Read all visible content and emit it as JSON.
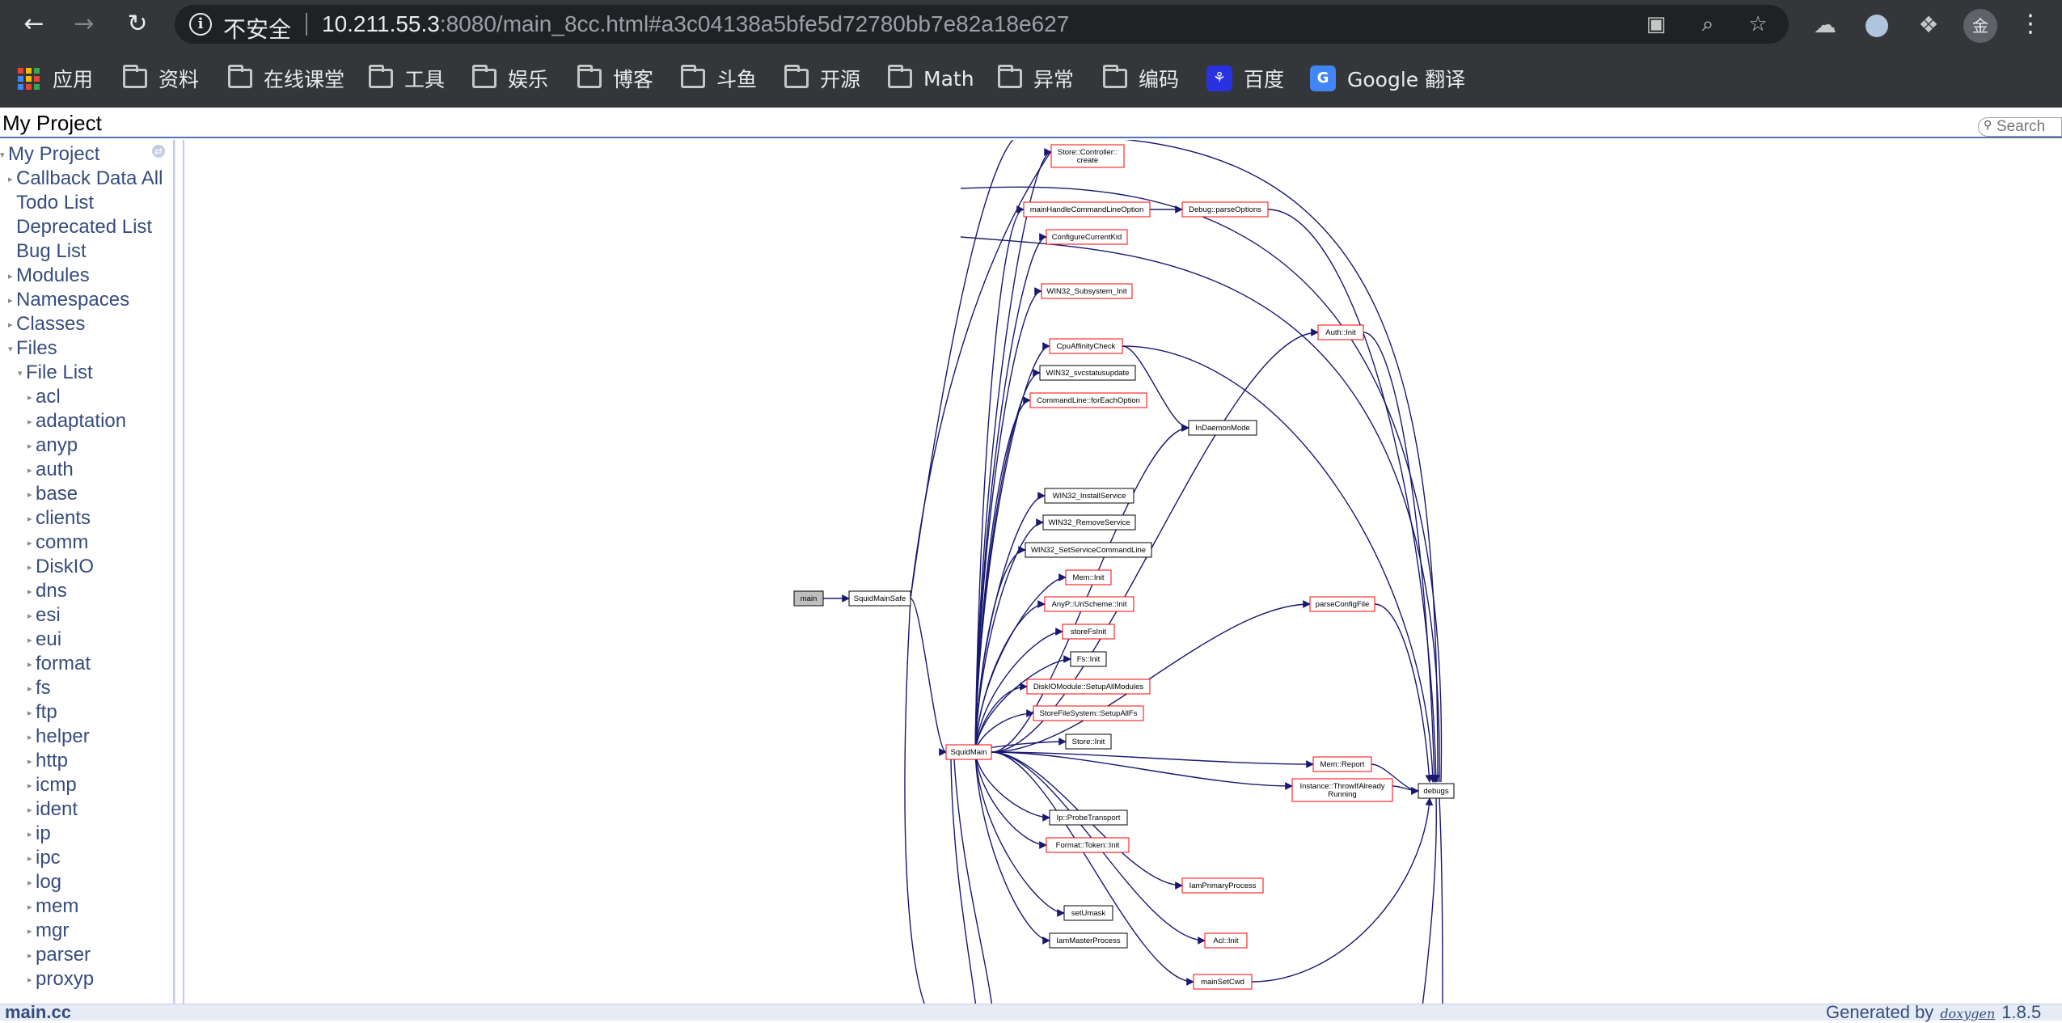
{
  "browser": {
    "insecure_label": "不安全",
    "url_host": "10.211.55.3",
    "url_rest": ":8080/main_8cc.html#a3c04138a5bfe5d72780bb7e82a18e627",
    "profile_initial": "金",
    "icons": [
      "back-icon",
      "forward-icon",
      "reload-icon",
      "info-icon",
      "translate-icon",
      "zoom-icon",
      "star-icon",
      "cloud-extension-icon",
      "circle-extension-icon",
      "puzzle-icon",
      "menu-icon"
    ]
  },
  "bookmarks": [
    {
      "label": "应用",
      "kind": "apps"
    },
    {
      "label": "资料",
      "kind": "folder"
    },
    {
      "label": "在线课堂",
      "kind": "folder"
    },
    {
      "label": "工具",
      "kind": "folder"
    },
    {
      "label": "娱乐",
      "kind": "folder"
    },
    {
      "label": "博客",
      "kind": "folder"
    },
    {
      "label": "斗鱼",
      "kind": "folder"
    },
    {
      "label": "开源",
      "kind": "folder"
    },
    {
      "label": "Math",
      "kind": "folder"
    },
    {
      "label": "异常",
      "kind": "folder"
    },
    {
      "label": "编码",
      "kind": "folder"
    },
    {
      "label": "百度",
      "kind": "baidu"
    },
    {
      "label": "Google 翻译",
      "kind": "google-translate"
    }
  ],
  "doxygen": {
    "project_name": "My Project",
    "search_placeholder": "Search",
    "tree": [
      {
        "label": "My Project",
        "arrow": "▾",
        "level": 0
      },
      {
        "label": "Callback Data All",
        "arrow": "▸",
        "level": 1
      },
      {
        "label": "Todo List",
        "arrow": "",
        "level": 1
      },
      {
        "label": "Deprecated List",
        "arrow": "",
        "level": 1
      },
      {
        "label": "Bug List",
        "arrow": "",
        "level": 1
      },
      {
        "label": "Modules",
        "arrow": "▸",
        "level": 1
      },
      {
        "label": "Namespaces",
        "arrow": "▸",
        "level": 1
      },
      {
        "label": "Classes",
        "arrow": "▸",
        "level": 1
      },
      {
        "label": "Files",
        "arrow": "▾",
        "level": 1
      },
      {
        "label": "File List",
        "arrow": "▾",
        "level": 2
      },
      {
        "label": "acl",
        "arrow": "▸",
        "level": 3
      },
      {
        "label": "adaptation",
        "arrow": "▸",
        "level": 3
      },
      {
        "label": "anyp",
        "arrow": "▸",
        "level": 3
      },
      {
        "label": "auth",
        "arrow": "▸",
        "level": 3
      },
      {
        "label": "base",
        "arrow": "▸",
        "level": 3
      },
      {
        "label": "clients",
        "arrow": "▸",
        "level": 3
      },
      {
        "label": "comm",
        "arrow": "▸",
        "level": 3
      },
      {
        "label": "DiskIO",
        "arrow": "▸",
        "level": 3
      },
      {
        "label": "dns",
        "arrow": "▸",
        "level": 3
      },
      {
        "label": "esi",
        "arrow": "▸",
        "level": 3
      },
      {
        "label": "eui",
        "arrow": "▸",
        "level": 3
      },
      {
        "label": "format",
        "arrow": "▸",
        "level": 3
      },
      {
        "label": "fs",
        "arrow": "▸",
        "level": 3
      },
      {
        "label": "ftp",
        "arrow": "▸",
        "level": 3
      },
      {
        "label": "helper",
        "arrow": "▸",
        "level": 3
      },
      {
        "label": "http",
        "arrow": "▸",
        "level": 3
      },
      {
        "label": "icmp",
        "arrow": "▸",
        "level": 3
      },
      {
        "label": "ident",
        "arrow": "▸",
        "level": 3
      },
      {
        "label": "ip",
        "arrow": "▸",
        "level": 3
      },
      {
        "label": "ipc",
        "arrow": "▸",
        "level": 3
      },
      {
        "label": "log",
        "arrow": "▸",
        "level": 3
      },
      {
        "label": "mem",
        "arrow": "▸",
        "level": 3
      },
      {
        "label": "mgr",
        "arrow": "▸",
        "level": 3
      },
      {
        "label": "parser",
        "arrow": "▸",
        "level": 3
      },
      {
        "label": "proxyp",
        "arrow": "▸",
        "level": 3
      }
    ],
    "nav_file": "main.cc",
    "footer_generated": "Generated by",
    "footer_tool": "doxygen",
    "footer_version": "1.8.5"
  },
  "graph": {
    "nodes": [
      {
        "id": "main",
        "label": "main",
        "style": "root"
      },
      {
        "id": "SquidMainSafe",
        "label": "SquidMainSafe",
        "style": "black"
      },
      {
        "id": "SquidMain",
        "label": "SquidMain",
        "style": "red"
      },
      {
        "id": "StoreControllerCreate1",
        "label": "Store::Controller::",
        "style": "red"
      },
      {
        "id": "StoreControllerCreate2",
        "label": "create",
        "style": "continuation"
      },
      {
        "id": "mainHandleCommandLineOption",
        "label": "mainHandleCommandLineOption",
        "style": "red"
      },
      {
        "id": "DebugParseOptions",
        "label": "Debug::parseOptions",
        "style": "red"
      },
      {
        "id": "ConfigureCurrentKid",
        "label": "ConfigureCurrentKid",
        "style": "red"
      },
      {
        "id": "WIN32_Subsystem_Init",
        "label": "WIN32_Subsystem_Init",
        "style": "red"
      },
      {
        "id": "AuthInit",
        "label": "Auth::Init",
        "style": "red"
      },
      {
        "id": "CpuAffinityCheck",
        "label": "CpuAffinityCheck",
        "style": "red"
      },
      {
        "id": "WIN32_svcstatusupdate",
        "label": "WIN32_svcstatusupdate",
        "style": "black"
      },
      {
        "id": "CommandLineForEachOption",
        "label": "CommandLine::forEachOption",
        "style": "red"
      },
      {
        "id": "InDaemonMode",
        "label": "InDaemonMode",
        "style": "black"
      },
      {
        "id": "WIN32_InstallService",
        "label": "WIN32_InstallService",
        "style": "black"
      },
      {
        "id": "WIN32_RemoveService",
        "label": "WIN32_RemoveService",
        "style": "black"
      },
      {
        "id": "WIN32_SetServiceCommandLine",
        "label": "WIN32_SetServiceCommandLine",
        "style": "black"
      },
      {
        "id": "MemInit",
        "label": "Mem::Init",
        "style": "red"
      },
      {
        "id": "AnyPUriSchemeInit",
        "label": "AnyP::UriScheme::Init",
        "style": "red"
      },
      {
        "id": "parseConfigFile",
        "label": "parseConfigFile",
        "style": "red"
      },
      {
        "id": "storeFsInit",
        "label": "storeFsInit",
        "style": "red"
      },
      {
        "id": "FsInit",
        "label": "Fs::Init",
        "style": "black"
      },
      {
        "id": "DiskIOModuleSetupAllModules",
        "label": "DiskIOModule::SetupAllModules",
        "style": "red"
      },
      {
        "id": "StoreFileSystemSetupAllFs",
        "label": "StoreFileSystem::SetupAllFs",
        "style": "red"
      },
      {
        "id": "StoreInit",
        "label": "Store::Init",
        "style": "black"
      },
      {
        "id": "MemReport",
        "label": "Mem::Report",
        "style": "red"
      },
      {
        "id": "InstanceThrowIfAlreadyRunning1",
        "label": "Instance::ThrowIfAlready",
        "style": "red"
      },
      {
        "id": "InstanceThrowIfAlreadyRunning2",
        "label": "Running",
        "style": "continuation"
      },
      {
        "id": "debugs",
        "label": "debugs",
        "style": "black"
      },
      {
        "id": "IpProbeTransport",
        "label": "Ip::ProbeTransport",
        "style": "black"
      },
      {
        "id": "FormatTokenInit",
        "label": "Format::Token::Init",
        "style": "red"
      },
      {
        "id": "IamPrimaryProcess",
        "label": "IamPrimaryProcess",
        "style": "red"
      },
      {
        "id": "setUmask",
        "label": "setUmask",
        "style": "black"
      },
      {
        "id": "AclInit",
        "label": "Acl::Init",
        "style": "red"
      },
      {
        "id": "IamMasterProcess",
        "label": "IamMasterProcess",
        "style": "black"
      },
      {
        "id": "mainSetCwd",
        "label": "mainSetCwd",
        "style": "red"
      }
    ],
    "colors": {
      "edge": "#191970",
      "red_border": "#ff0000",
      "black_border": "#000000",
      "root_fill": "#bfbfbf"
    }
  }
}
